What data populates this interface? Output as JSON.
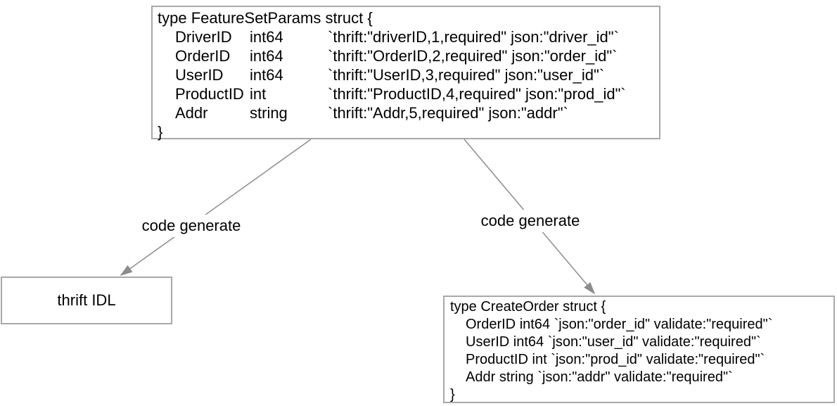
{
  "colors": {
    "border": "#a8a8a8",
    "arrow": "#8c8c8c",
    "text": "#000000"
  },
  "labels": {
    "left": "code generate",
    "right": "code generate"
  },
  "source_struct": {
    "header": "type FeatureSetParams struct {",
    "fields": [
      {
        "name": "DriverID",
        "type": "int64",
        "tag": "`thrift:\"driverID,1,required\" json:\"driver_id\"`"
      },
      {
        "name": "OrderID",
        "type": "int64",
        "tag": "`thrift:\"OrderID,2,required\" json:\"order_id\"`"
      },
      {
        "name": "UserID",
        "type": "int64",
        "tag": "`thrift:\"UserID,3,required\" json:\"user_id\"`"
      },
      {
        "name": "ProductID",
        "type": "int",
        "tag": "`thrift:\"ProductID,4,required\" json:\"prod_id\"`"
      },
      {
        "name": "Addr",
        "type": "string",
        "tag": "`thrift:\"Addr,5,required\" json:\"addr\"`"
      }
    ],
    "footer": "}"
  },
  "thrift_idl": {
    "label": "thrift IDL"
  },
  "target_struct": {
    "header": "type CreateOrder struct {",
    "fields": [
      {
        "name": "OrderID",
        "type": "int64",
        "tag": "`json:\"order_id\" validate:\"required\"`"
      },
      {
        "name": "UserID",
        "type": "int64",
        "tag": "`json:\"user_id\" validate:\"required\"`"
      },
      {
        "name": "ProductID",
        "type": "int",
        "tag": "`json:\"prod_id\" validate:\"required\"`"
      },
      {
        "name": "Addr",
        "type": "string",
        "tag": "`json:\"addr\" validate:\"required\"`"
      }
    ],
    "footer": "}"
  }
}
